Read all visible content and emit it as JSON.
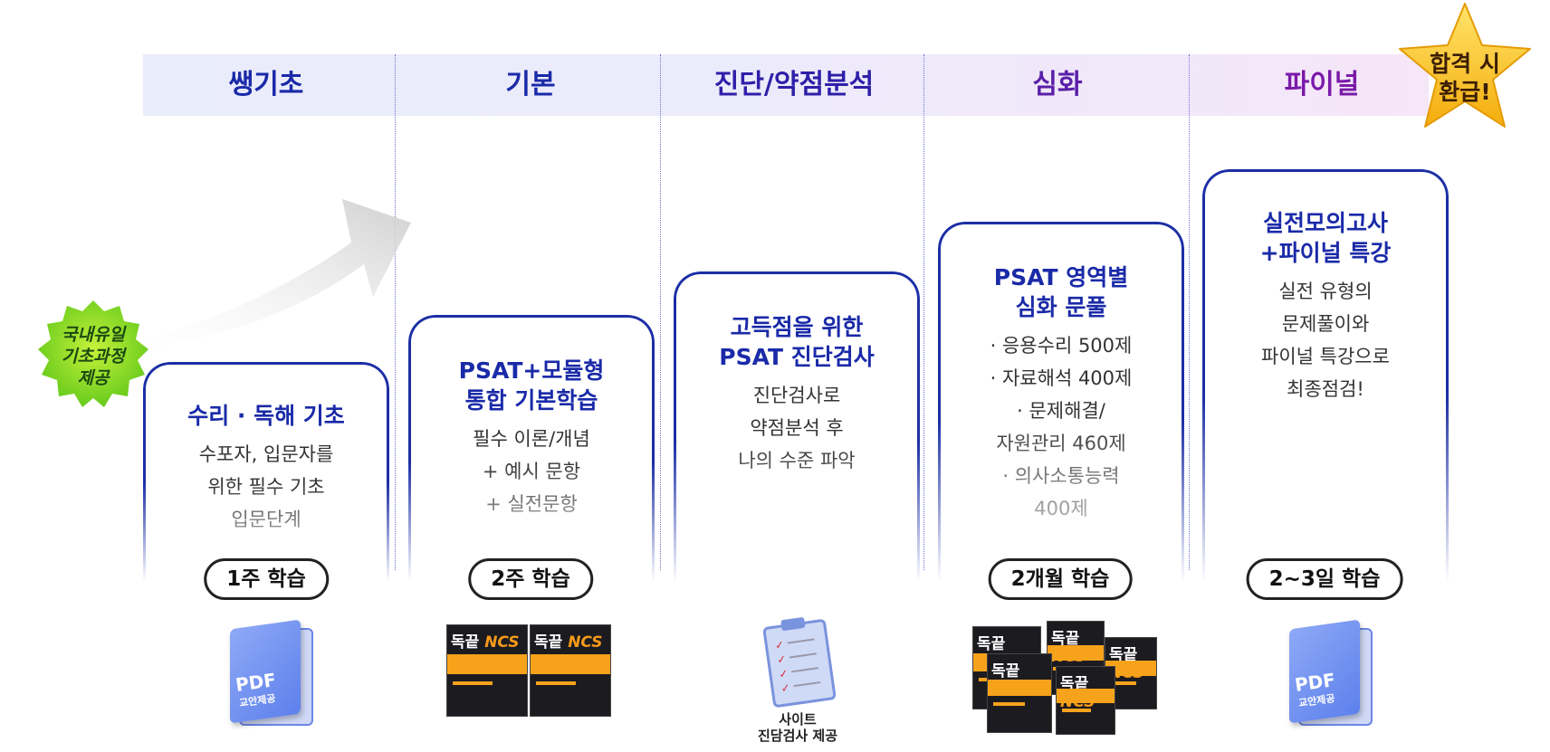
{
  "stages": [
    {
      "title": "쌩기초",
      "title_color": "#1a2aa8"
    },
    {
      "title": "기본",
      "title_color": "#1a2aa8"
    },
    {
      "title": "진단/약점분석",
      "title_color": "#2f1fa8"
    },
    {
      "title": "심화",
      "title_color": "#5a1fa8"
    },
    {
      "title": "파이널",
      "title_color": "#7a1aa8"
    }
  ],
  "cards": [
    {
      "title": [
        "수리 · 독해 기초"
      ],
      "body": [
        "수포자, 입문자를",
        "위한 필수 기초",
        "입문단계"
      ],
      "duration": "1주 학습"
    },
    {
      "title": [
        "PSAT+모듈형",
        "통합 기본학습"
      ],
      "body": [
        "필수 이론/개념",
        "+ 예시 문항",
        "+ 실전문항"
      ],
      "duration": "2주 학습"
    },
    {
      "title": [
        "고득점을 위한",
        "PSAT 진단검사"
      ],
      "body": [
        "진단검사로",
        "약점분석 후",
        "나의 수준 파악"
      ],
      "duration": ""
    },
    {
      "title": [
        "PSAT 영역별",
        "심화 문풀"
      ],
      "body": [
        "· 응용수리 500제",
        "· 자료해석 400제",
        "· 문제해결/",
        "자원관리 460제",
        "· 의사소통능력",
        "400제"
      ],
      "duration": "2개월 학습"
    },
    {
      "title": [
        "실전모의고사",
        "+파이널 특강"
      ],
      "body": [
        "실전 유형의",
        "문제풀이와",
        "파이널 특강으로",
        "최종점검!"
      ],
      "duration": "2~3일 학습"
    }
  ],
  "badges": {
    "green": [
      "국내유일",
      "기초과정",
      "제공"
    ],
    "star": [
      "합격 시",
      "환급!"
    ]
  },
  "materials": {
    "pdf_text": "PDF",
    "pdf_sub": "교안제공",
    "ncs_brand": "독끝",
    "ncs_label": "NCS",
    "clipboard_caption": [
      "사이트",
      "진담검사 제공"
    ]
  },
  "icons": [
    "pdf-book-icon",
    "ncs-book-icon",
    "clipboard-check-icon",
    "gray-arrow-icon",
    "green-burst-icon",
    "gold-star-icon"
  ]
}
